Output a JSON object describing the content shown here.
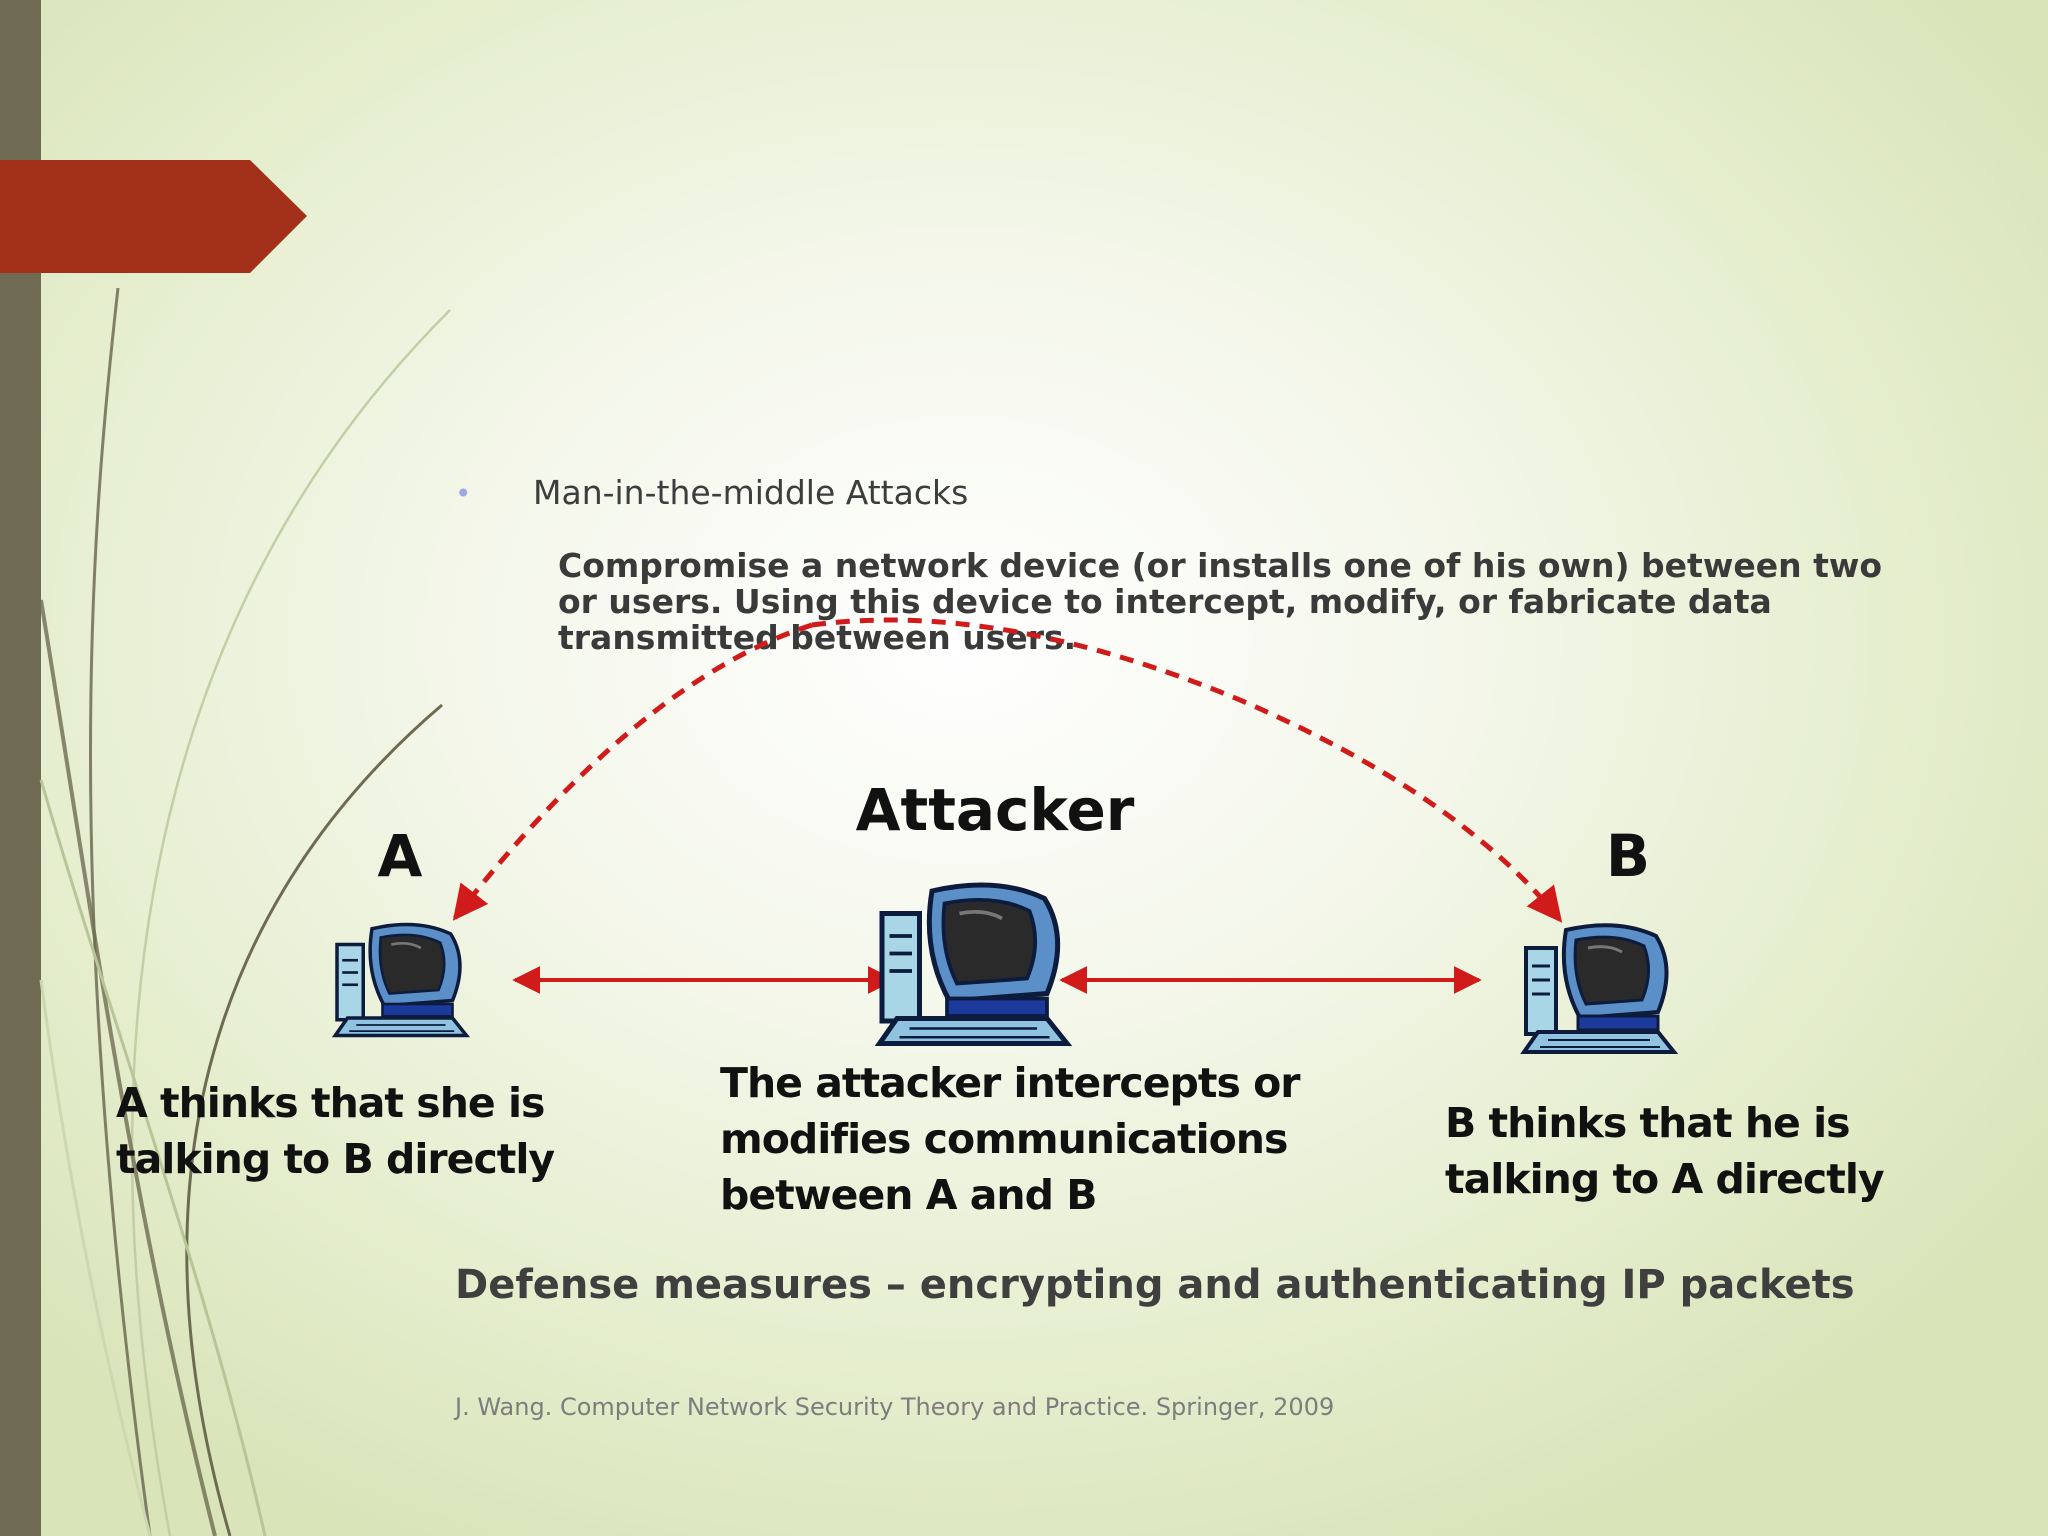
{
  "slide": {
    "bullet": "Man-in-the-middle Attacks",
    "description": "Compromise a network device (or installs one of his own) between two or users. Using this device to intercept, modify, or fabricate data transmitted between users.",
    "defense": "Defense measures – encrypting and authenticating IP packets",
    "citation": "J. Wang. Computer Network Security Theory and Practice. Springer, 2009"
  },
  "diagram": {
    "nodes": {
      "a": {
        "label": "A",
        "caption": "A thinks that she is talking to B directly"
      },
      "attacker": {
        "label": "Attacker",
        "caption": "The attacker intercepts or modifies communications between A and B"
      },
      "b": {
        "label": "B",
        "caption": "B thinks that he is talking to A directly"
      }
    },
    "edges": [
      {
        "from": "a",
        "to": "attacker",
        "style": "solid",
        "direction": "both"
      },
      {
        "from": "attacker",
        "to": "b",
        "style": "solid",
        "direction": "both"
      },
      {
        "from": "a",
        "to": "b",
        "style": "dashed",
        "direction": "both"
      }
    ],
    "colors": {
      "arrow": "#d11a1a",
      "tab": "#a33119",
      "sidebar": "#6f6b53"
    },
    "icons": [
      "computer-icon"
    ]
  }
}
